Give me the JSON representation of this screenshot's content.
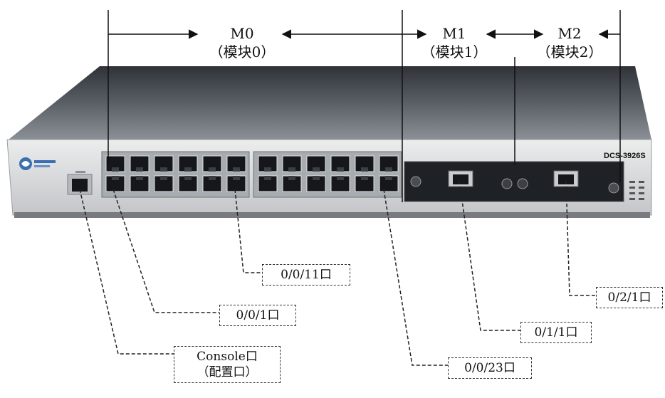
{
  "modules": [
    {
      "id": "M0",
      "name": "（模块0）"
    },
    {
      "id": "M1",
      "name": "（模块1）"
    },
    {
      "id": "M2",
      "name": "（模块2）"
    }
  ],
  "port_labels": [
    {
      "text": "0/0/11口"
    },
    {
      "text": "0/0/1口"
    },
    {
      "text": "Console口",
      "sub": "（配置口）"
    },
    {
      "text": "0/0/23口"
    },
    {
      "text": "0/1/1口"
    },
    {
      "text": "0/2/1口"
    }
  ],
  "device": {
    "model": "DCS-3926S"
  },
  "colors": {
    "chassis_top": "#4d5258",
    "front_panel": "#d9dadc",
    "module_panel": "#1e2126",
    "rj45_port": "#15171a",
    "port_housing": "#9aa0a6"
  }
}
